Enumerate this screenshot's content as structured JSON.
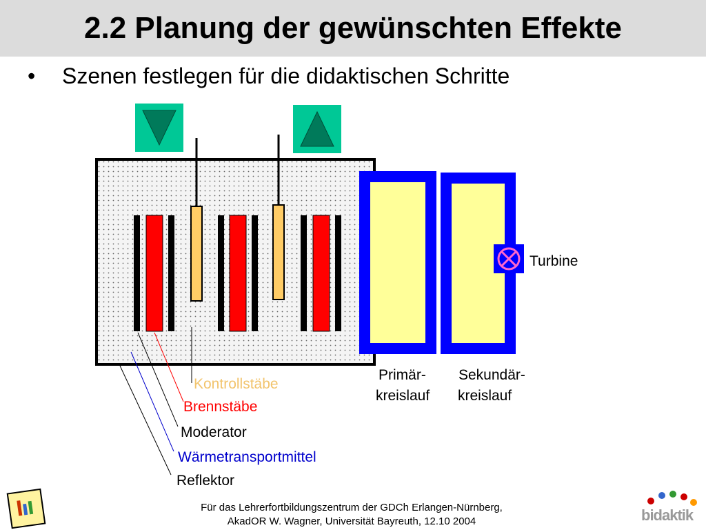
{
  "slide": {
    "title": "2.2 Planung der gewünschten Effekte",
    "bullet_symbol": "•",
    "bullet_text": "Szenen festlegen für die didaktischen Schritte"
  },
  "diagram": {
    "labels": {
      "kontrollstaebe": "Kontrollstäbe",
      "brennstaebe": "Brennstäbe",
      "moderator": "Moderator",
      "waermetransportmittel": "Wärmetransportmittel",
      "reflektor": "Reflektor",
      "turbine": "Turbine",
      "primaer_line1": "Primär-",
      "primaer_line2": "kreislauf",
      "sekundaer_line1": "Sekundär-",
      "sekundaer_line2": "kreislauf"
    },
    "colors": {
      "control_rod_label": "#f2c46d",
      "fuel_rod": "#ff0000",
      "coolant_line": "#0000cc",
      "button": "#00c896",
      "arrow": "#007a5a",
      "loop_frame": "#0000ff",
      "loop_fill": "#ffff99",
      "control_rod": "#ffcc66",
      "turbine_symbol": "#ff66cc"
    },
    "icons": {
      "down_button": "triangle-down-icon",
      "up_button": "triangle-up-icon",
      "turbine": "circle-x-icon"
    }
  },
  "footer": {
    "line1": "Für das Lehrerfortbildungszentrum der GDCh Erlangen-Nürnberg,",
    "line2": "AkadOR W. Wagner, Universität Bayreuth, 12.10 2004"
  },
  "logo": {
    "text": "bidaktik"
  }
}
